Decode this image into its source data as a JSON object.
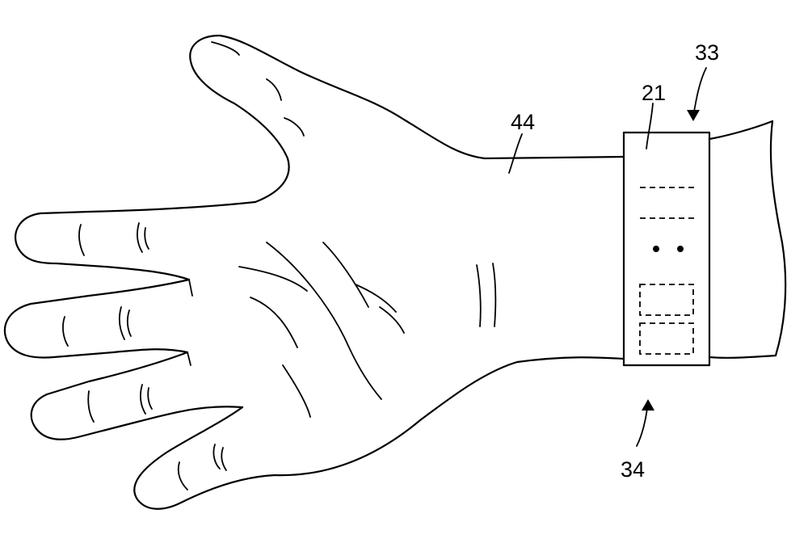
{
  "figure": {
    "labels": [
      {
        "id": "label-44",
        "text": "44"
      },
      {
        "id": "label-21",
        "text": "21"
      },
      {
        "id": "label-33",
        "text": "33"
      },
      {
        "id": "label-34",
        "text": "34"
      }
    ]
  }
}
